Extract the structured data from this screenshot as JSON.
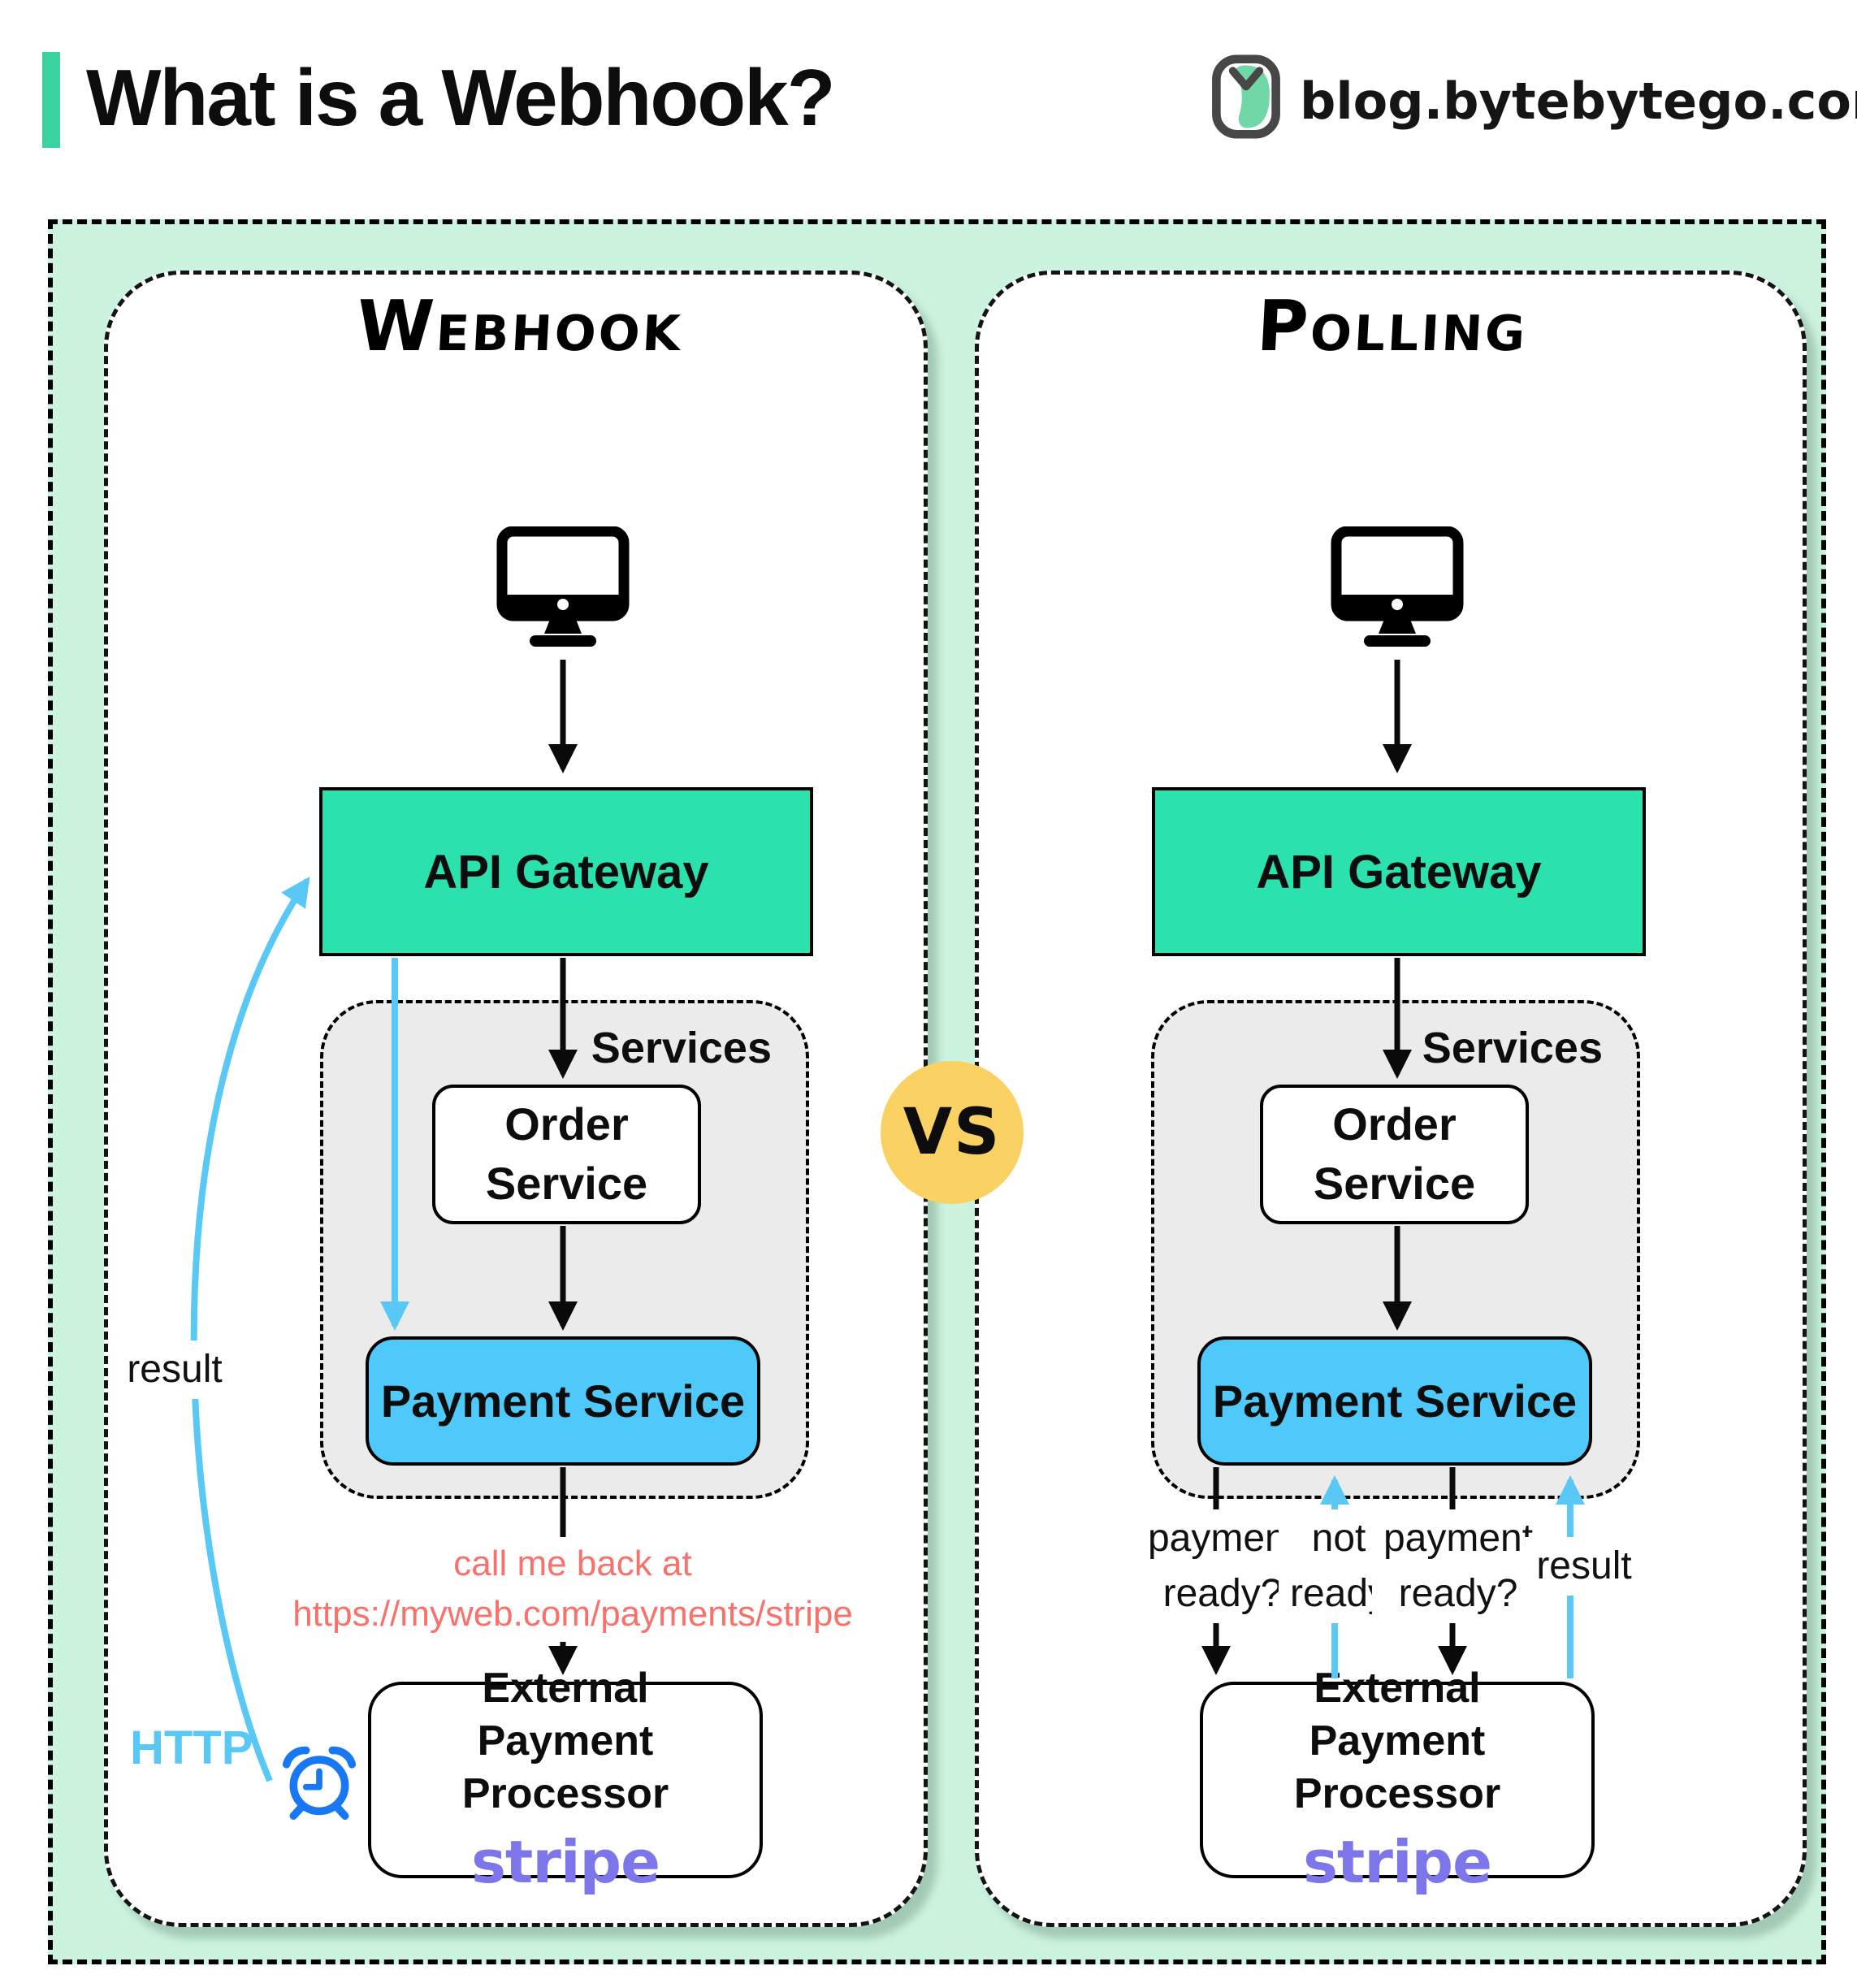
{
  "header": {
    "title": "What is a Webhook?",
    "logo_text": "blog.bytebytego.com",
    "logo_icon": "bytebytego-bird-icon"
  },
  "vs": {
    "label": "VS"
  },
  "webhook": {
    "title": "Webhook",
    "monitor_icon": "desktop-monitor-icon",
    "api_gateway_label": "API Gateway",
    "services_label": "Services",
    "order_line1": "Order",
    "order_line2": "Service",
    "payment_label": "Payment Service",
    "callback_line1": "call me back at",
    "callback_line2": "https://myweb.com/payments/stripe",
    "external_line1": "External",
    "external_line2": "Payment Processor",
    "stripe_label": "stripe",
    "result_label": "result",
    "http_label": "HTTP",
    "alarm_icon": "alarm-clock-icon"
  },
  "polling": {
    "title": "Polling",
    "monitor_icon": "desktop-monitor-icon",
    "api_gateway_label": "API Gateway",
    "services_label": "Services",
    "order_line1": "Order",
    "order_line2": "Service",
    "payment_label": "Payment Service",
    "label_q1_line1": "payment",
    "label_q1_line2": "ready?",
    "label_not_line1": "not",
    "label_not_line2": "ready",
    "label_q2_line1": "payment",
    "label_q2_line2": "ready?",
    "label_result": "result",
    "external_line1": "External",
    "external_line2": "Payment Processor",
    "stripe_label": "stripe"
  },
  "colors": {
    "accent_green": "#38D39F",
    "mint_bg": "#CBF3DD",
    "node_green": "#2BE2AF",
    "node_blue": "#4FC8FA",
    "arrow_blue": "#5AC8F5",
    "services_gray": "#EBEBEB",
    "vs_yellow": "#F9D263",
    "callback_salmon": "#F8716B",
    "stripe_purple": "#7D76EA",
    "clock_blue": "#1877F2"
  }
}
